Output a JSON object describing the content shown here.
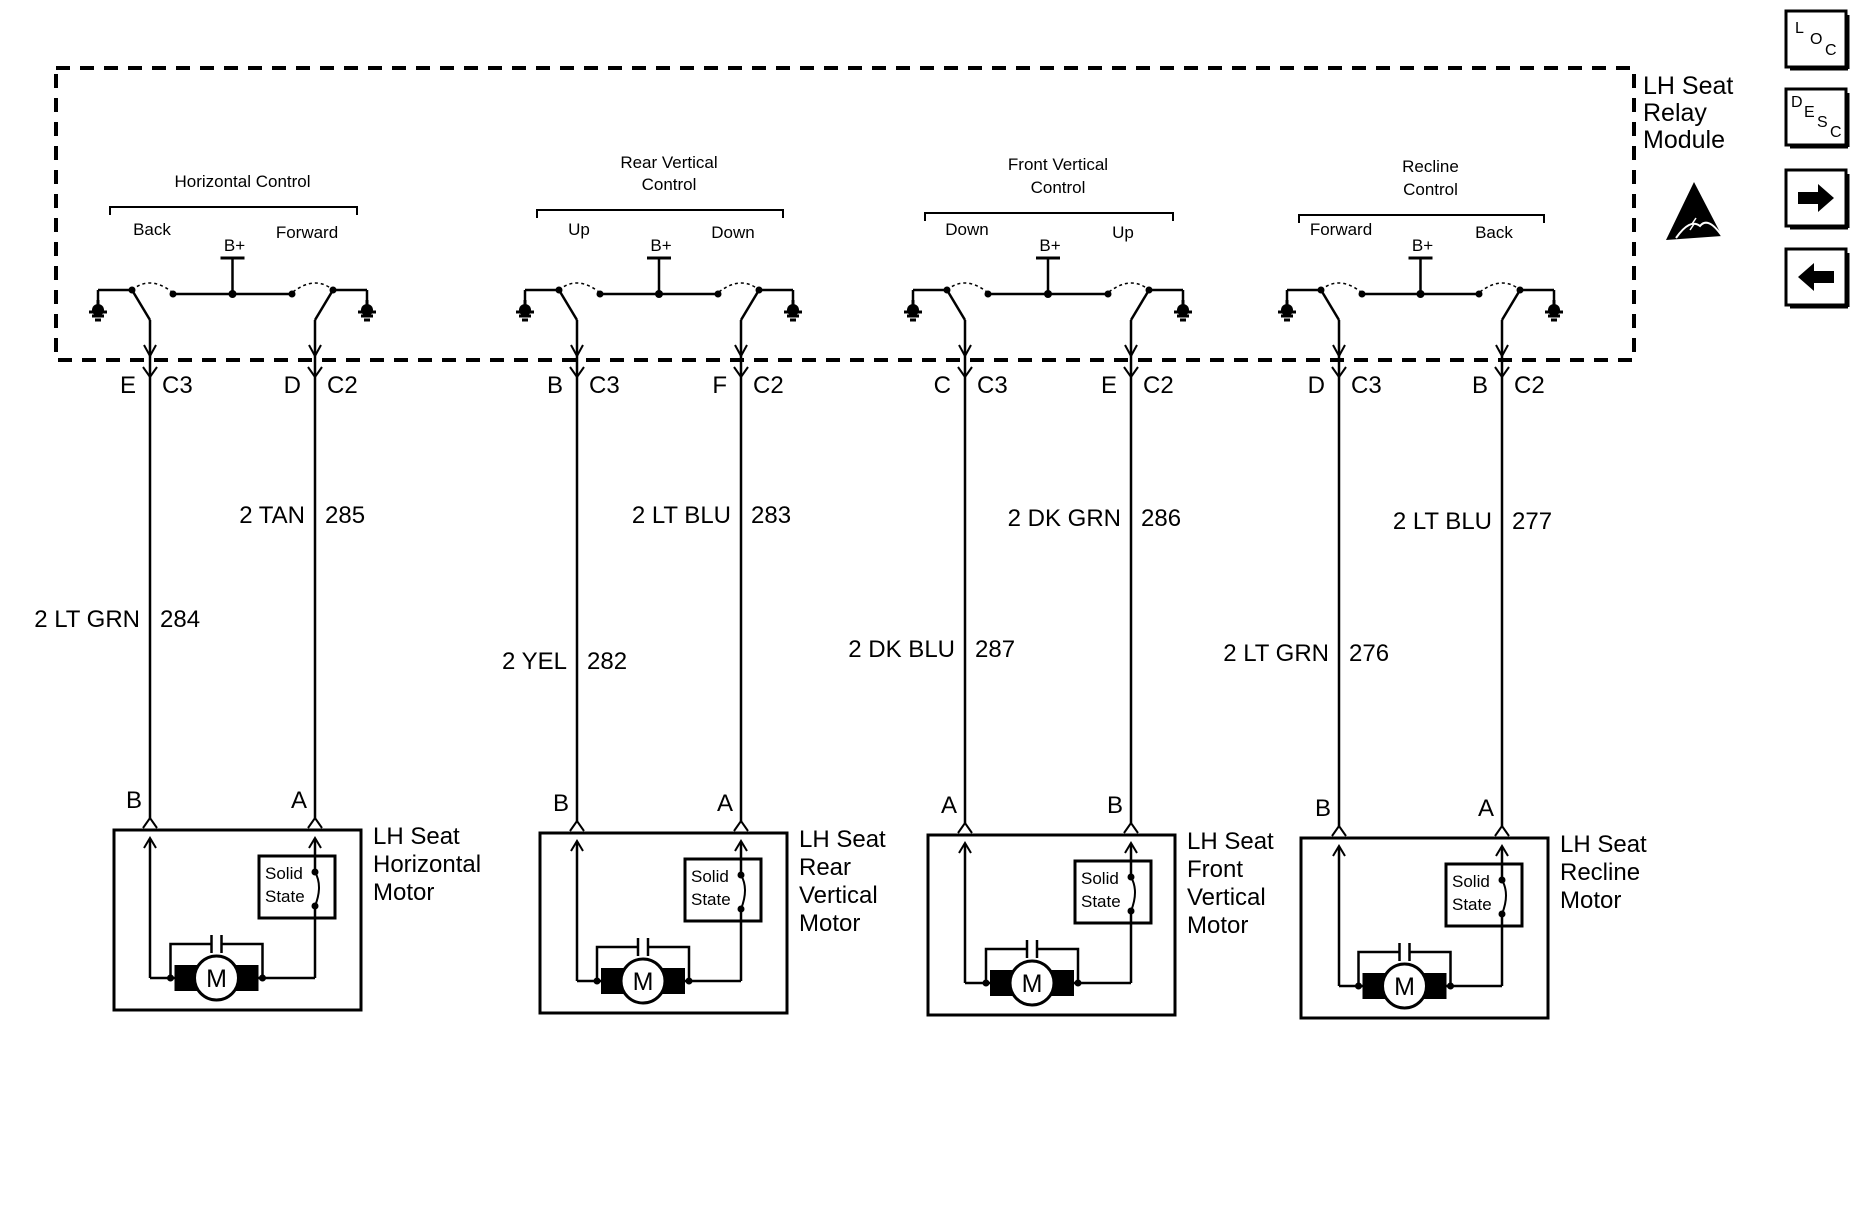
{
  "module": {
    "label_lines": [
      "LH Seat",
      "Relay",
      "Module"
    ]
  },
  "nav": {
    "loc": {
      "l": "L",
      "o": "O",
      "c": "C"
    },
    "desc": {
      "d": "D",
      "e": "E",
      "s": "S",
      "c": "C"
    },
    "esd_icon": "esd-warning-icon",
    "next_icon": "arrow-right-icon",
    "prev_icon": "arrow-left-icon"
  },
  "circuits": [
    {
      "id": "horizontal",
      "control_lines": [
        "Horizontal Control"
      ],
      "left_dir": "Back",
      "right_dir": "Forward",
      "bplus": "B+",
      "left_pin": "E",
      "left_conn": "C3",
      "right_pin": "D",
      "right_conn": "C2",
      "left_wire_color": "2 LT GRN",
      "left_wire_num": "284",
      "right_wire_color": "2 TAN",
      "right_wire_num": "285",
      "motor_left_pin": "B",
      "motor_right_pin": "A",
      "solid_state": [
        "Solid",
        "State"
      ],
      "motor_symbol": "M",
      "motor_lines": [
        "LH Seat",
        "Horizontal",
        "Motor"
      ]
    },
    {
      "id": "rear-vertical",
      "control_lines": [
        "Rear Vertical",
        "Control"
      ],
      "left_dir": "Up",
      "right_dir": "Down",
      "bplus": "B+",
      "left_pin": "B",
      "left_conn": "C3",
      "right_pin": "F",
      "right_conn": "C2",
      "left_wire_color": "2 YEL",
      "left_wire_num": "282",
      "right_wire_color": "2 LT BLU",
      "right_wire_num": "283",
      "motor_left_pin": "B",
      "motor_right_pin": "A",
      "solid_state": [
        "Solid",
        "State"
      ],
      "motor_symbol": "M",
      "motor_lines": [
        "LH Seat",
        "Rear",
        "Vertical",
        "Motor"
      ]
    },
    {
      "id": "front-vertical",
      "control_lines": [
        "Front Vertical",
        "Control"
      ],
      "left_dir": "Down",
      "right_dir": "Up",
      "bplus": "B+",
      "left_pin": "C",
      "left_conn": "C3",
      "right_pin": "E",
      "right_conn": "C2",
      "left_wire_color": "2 DK BLU",
      "left_wire_num": "287",
      "right_wire_color": "2 DK GRN",
      "right_wire_num": "286",
      "motor_left_pin": "A",
      "motor_right_pin": "B",
      "solid_state": [
        "Solid",
        "State"
      ],
      "motor_symbol": "M",
      "motor_lines": [
        "LH Seat",
        "Front",
        "Vertical",
        "Motor"
      ]
    },
    {
      "id": "recline",
      "control_lines": [
        "Recline",
        "Control"
      ],
      "left_dir": "Forward",
      "right_dir": "Back",
      "bplus": "B+",
      "left_pin": "D",
      "left_conn": "C3",
      "right_pin": "B",
      "right_conn": "C2",
      "left_wire_color": "2 LT GRN",
      "left_wire_num": "276",
      "right_wire_color": "2 LT BLU",
      "right_wire_num": "277",
      "motor_left_pin": "B",
      "motor_right_pin": "A",
      "solid_state": [
        "Solid",
        "State"
      ],
      "motor_symbol": "M",
      "motor_lines": [
        "LH Seat",
        "Recline",
        "Motor"
      ]
    }
  ]
}
